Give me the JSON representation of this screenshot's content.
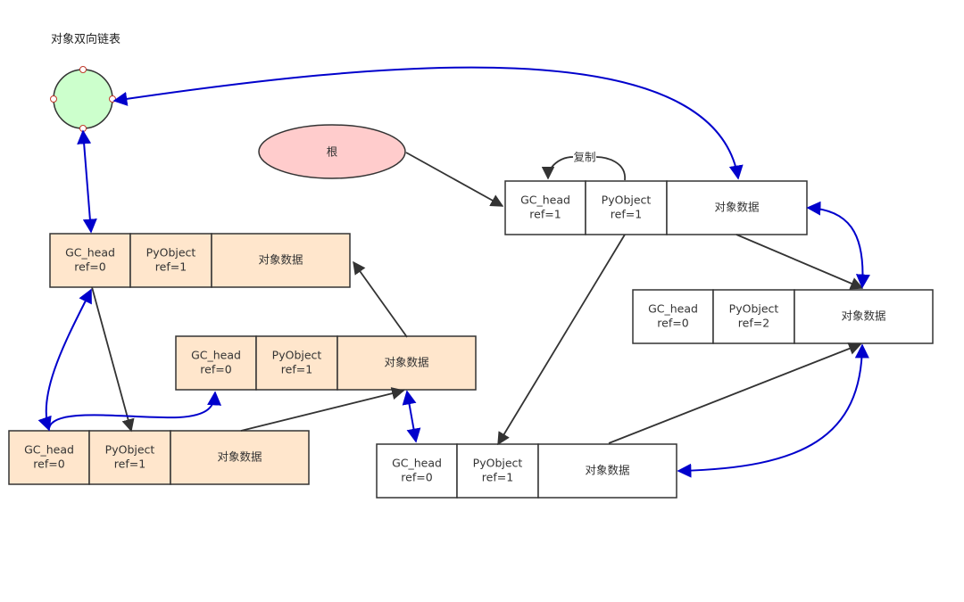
{
  "title": "对象双向链表",
  "root": {
    "label": "根"
  },
  "copy_label": "复制",
  "colors": {
    "list_head_fill": "#ccffcc",
    "root_fill": "#ffcccc",
    "unreachable_fill": "#ffe6cc",
    "reachable_fill": "#ffffff",
    "link_arrow": "#0000cc",
    "ref_arrow": "#333333"
  },
  "objects": [
    {
      "id": "obj-a",
      "fill": "unreachable",
      "cells": {
        "gc_head": [
          "GC_head",
          "ref=0"
        ],
        "pyobject": [
          "PyObject",
          "ref=1"
        ],
        "data": "对象数据"
      }
    },
    {
      "id": "obj-b",
      "fill": "unreachable",
      "cells": {
        "gc_head": [
          "GC_head",
          "ref=0"
        ],
        "pyobject": [
          "PyObject",
          "ref=1"
        ],
        "data": "对象数据"
      }
    },
    {
      "id": "obj-c",
      "fill": "unreachable",
      "cells": {
        "gc_head": [
          "GC_head",
          "ref=0"
        ],
        "pyobject": [
          "PyObject",
          "ref=1"
        ],
        "data": "对象数据"
      }
    },
    {
      "id": "obj-d",
      "fill": "reachable",
      "cells": {
        "gc_head": [
          "GC_head",
          "ref=1"
        ],
        "pyobject": [
          "PyObject",
          "ref=1"
        ],
        "data": "对象数据"
      }
    },
    {
      "id": "obj-e",
      "fill": "reachable",
      "cells": {
        "gc_head": [
          "GC_head",
          "ref=0"
        ],
        "pyobject": [
          "PyObject",
          "ref=2"
        ],
        "data": "对象数据"
      }
    },
    {
      "id": "obj-f",
      "fill": "reachable",
      "cells": {
        "gc_head": [
          "GC_head",
          "ref=0"
        ],
        "pyobject": [
          "PyObject",
          "ref=1"
        ],
        "data": "对象数据"
      }
    }
  ]
}
